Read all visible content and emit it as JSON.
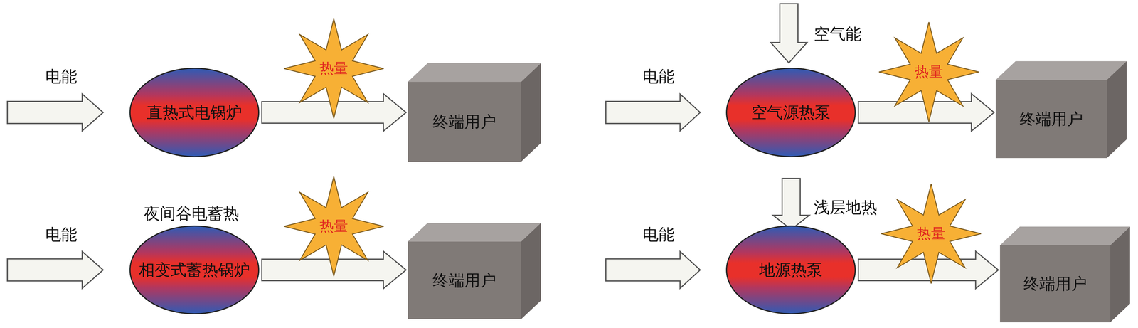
{
  "diagram": {
    "nodes": [
      {
        "text": [
          "直热式电锅炉"
        ]
      },
      {
        "text": [
          "热量"
        ]
      },
      {
        "text": [
          "终端用户"
        ]
      },
      {
        "text": [
          "空气源热泵"
        ]
      },
      {
        "text": [
          "热量"
        ]
      },
      {
        "text": [
          "终端用户"
        ]
      },
      {
        "text": [
          "相变式蓄热锅炉"
        ]
      },
      {
        "text": [
          "热量"
        ]
      },
      {
        "text": [
          "终端用户"
        ]
      },
      {
        "text": [
          "地源热泵"
        ]
      },
      {
        "text": [
          "热量"
        ]
      },
      {
        "text": [
          "终端用户"
        ]
      }
    ],
    "edges": [
      {
        "from": 0,
        "to": 2,
        "arrow": "to"
      },
      {
        "from": 3,
        "to": 5,
        "arrow": "to"
      },
      {
        "from": 6,
        "to": 8,
        "arrow": "to"
      },
      {
        "from": 9,
        "to": 11,
        "arrow": "to"
      }
    ],
    "labels": [
      "电能",
      "空气能",
      "电能",
      "夜间谷电蓄热",
      "电能",
      "浅层地热",
      "电能"
    ]
  }
}
